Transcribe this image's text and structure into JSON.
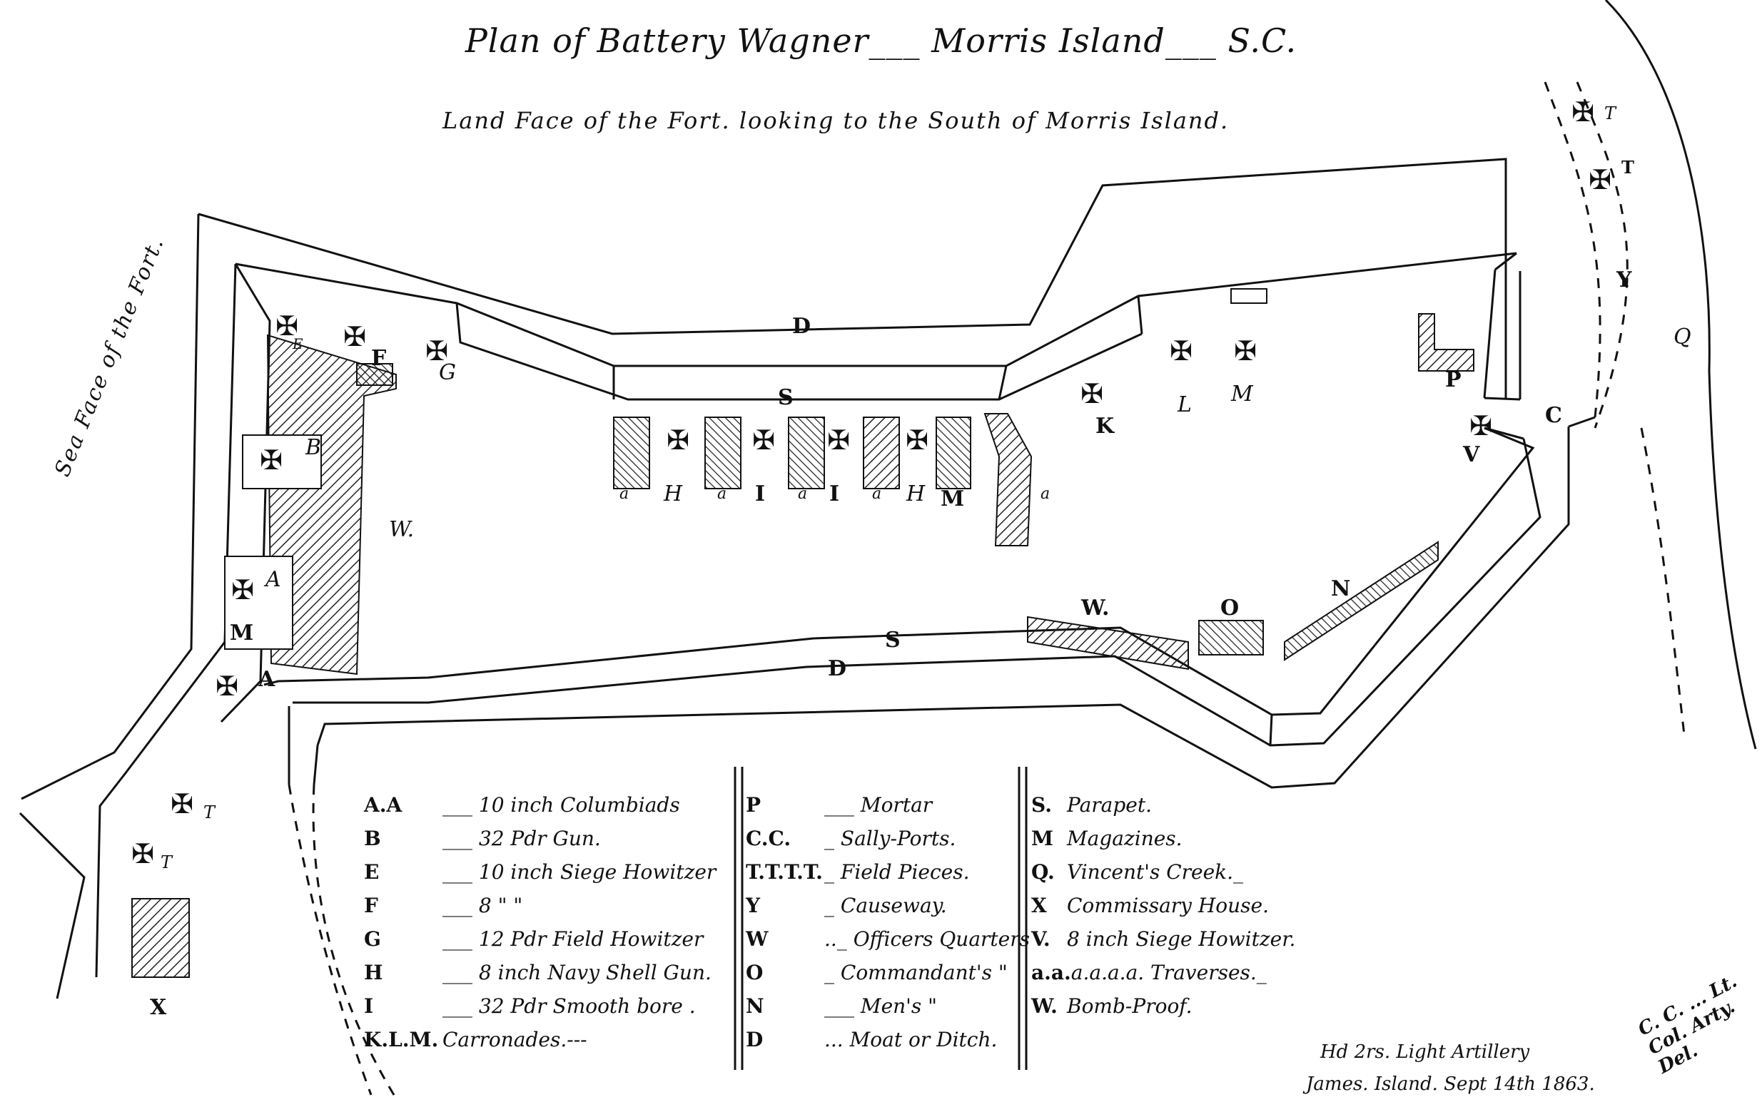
{
  "title": "Plan of Battery Wagner___ Morris Island___ S.C.",
  "subtitle": "Land Face of the Fort. looking to the South of Morris Island.",
  "sea_face": "Sea Face of the Fort.",
  "labels": {
    "D_top": "D",
    "S_top": "S",
    "D_bottom": "D",
    "S_bottom": "S",
    "Q": "Q",
    "C": "C",
    "Y": "Y",
    "V": "V",
    "P": "P",
    "K": "K",
    "L": "L",
    "M_right": "M",
    "E": "E",
    "F": "F",
    "G": "G",
    "B": "B",
    "M_left": "M",
    "A_upper": "A",
    "A_lower": "A",
    "W": "W.",
    "W_bottom": "W.",
    "O": "O",
    "N": "N",
    "X": "X",
    "T1": "T",
    "T2": "T",
    "T3": "T",
    "T4": "T",
    "row_a1": "a",
    "row_H1": "H",
    "row_a2": "a",
    "row_I1": "I",
    "row_a3": "a",
    "row_I2": "I",
    "row_a4": "a",
    "row_H2": "H",
    "row_M": "M",
    "row_a5": "a"
  },
  "legend_col1": [
    {
      "key": "A.A",
      "text": "___ 10 inch Columbiads"
    },
    {
      "key": "B",
      "text": "___ 32 Pdr Gun."
    },
    {
      "key": "E",
      "text": "___ 10 inch Siege Howitzer"
    },
    {
      "key": "F",
      "text": "___ 8  \"     \""
    },
    {
      "key": "G",
      "text": "___ 12 Pdr Field Howitzer"
    },
    {
      "key": "H",
      "text": "___ 8 inch Navy Shell Gun."
    },
    {
      "key": "I",
      "text": "___ 32 Pdr Smooth bore ."
    },
    {
      "key": "K.L.M.",
      "text": "Carronades.---"
    }
  ],
  "legend_col2": [
    {
      "key": "P",
      "text": "___ Mortar"
    },
    {
      "key": "C.C.",
      "text": "_ Sally-Ports."
    },
    {
      "key": "T.T.T.T.",
      "text": "_ Field Pieces."
    },
    {
      "key": "Y",
      "text": "_ Causeway."
    },
    {
      "key": "W",
      "text": ".._ Officers Quarters"
    },
    {
      "key": "O",
      "text": "_ Commandant's     \""
    },
    {
      "key": "N",
      "text": "___ Men's         \""
    },
    {
      "key": "D",
      "text": "... Moat or Ditch."
    }
  ],
  "legend_col3": [
    {
      "key": "S.",
      "text": "Parapet."
    },
    {
      "key": "M",
      "text": "Magazines."
    },
    {
      "key": "Q.",
      "text": "Vincent's Creek._"
    },
    {
      "key": "X",
      "text": "Commissary House."
    },
    {
      "key": "V.",
      "text": "8 inch Siege Howitzer."
    },
    {
      "key": "a.a.",
      "text": "a.a.a.a. Traverses._"
    },
    {
      "key": "W.",
      "text": "Bomb-Proof."
    }
  ],
  "credit_line1": "Hd 2rs. Light Artillery",
  "credit_line2": "James. Island. Sept 14th 1863.",
  "signature": "C. C. ... Lt. Col. Arty. Del."
}
